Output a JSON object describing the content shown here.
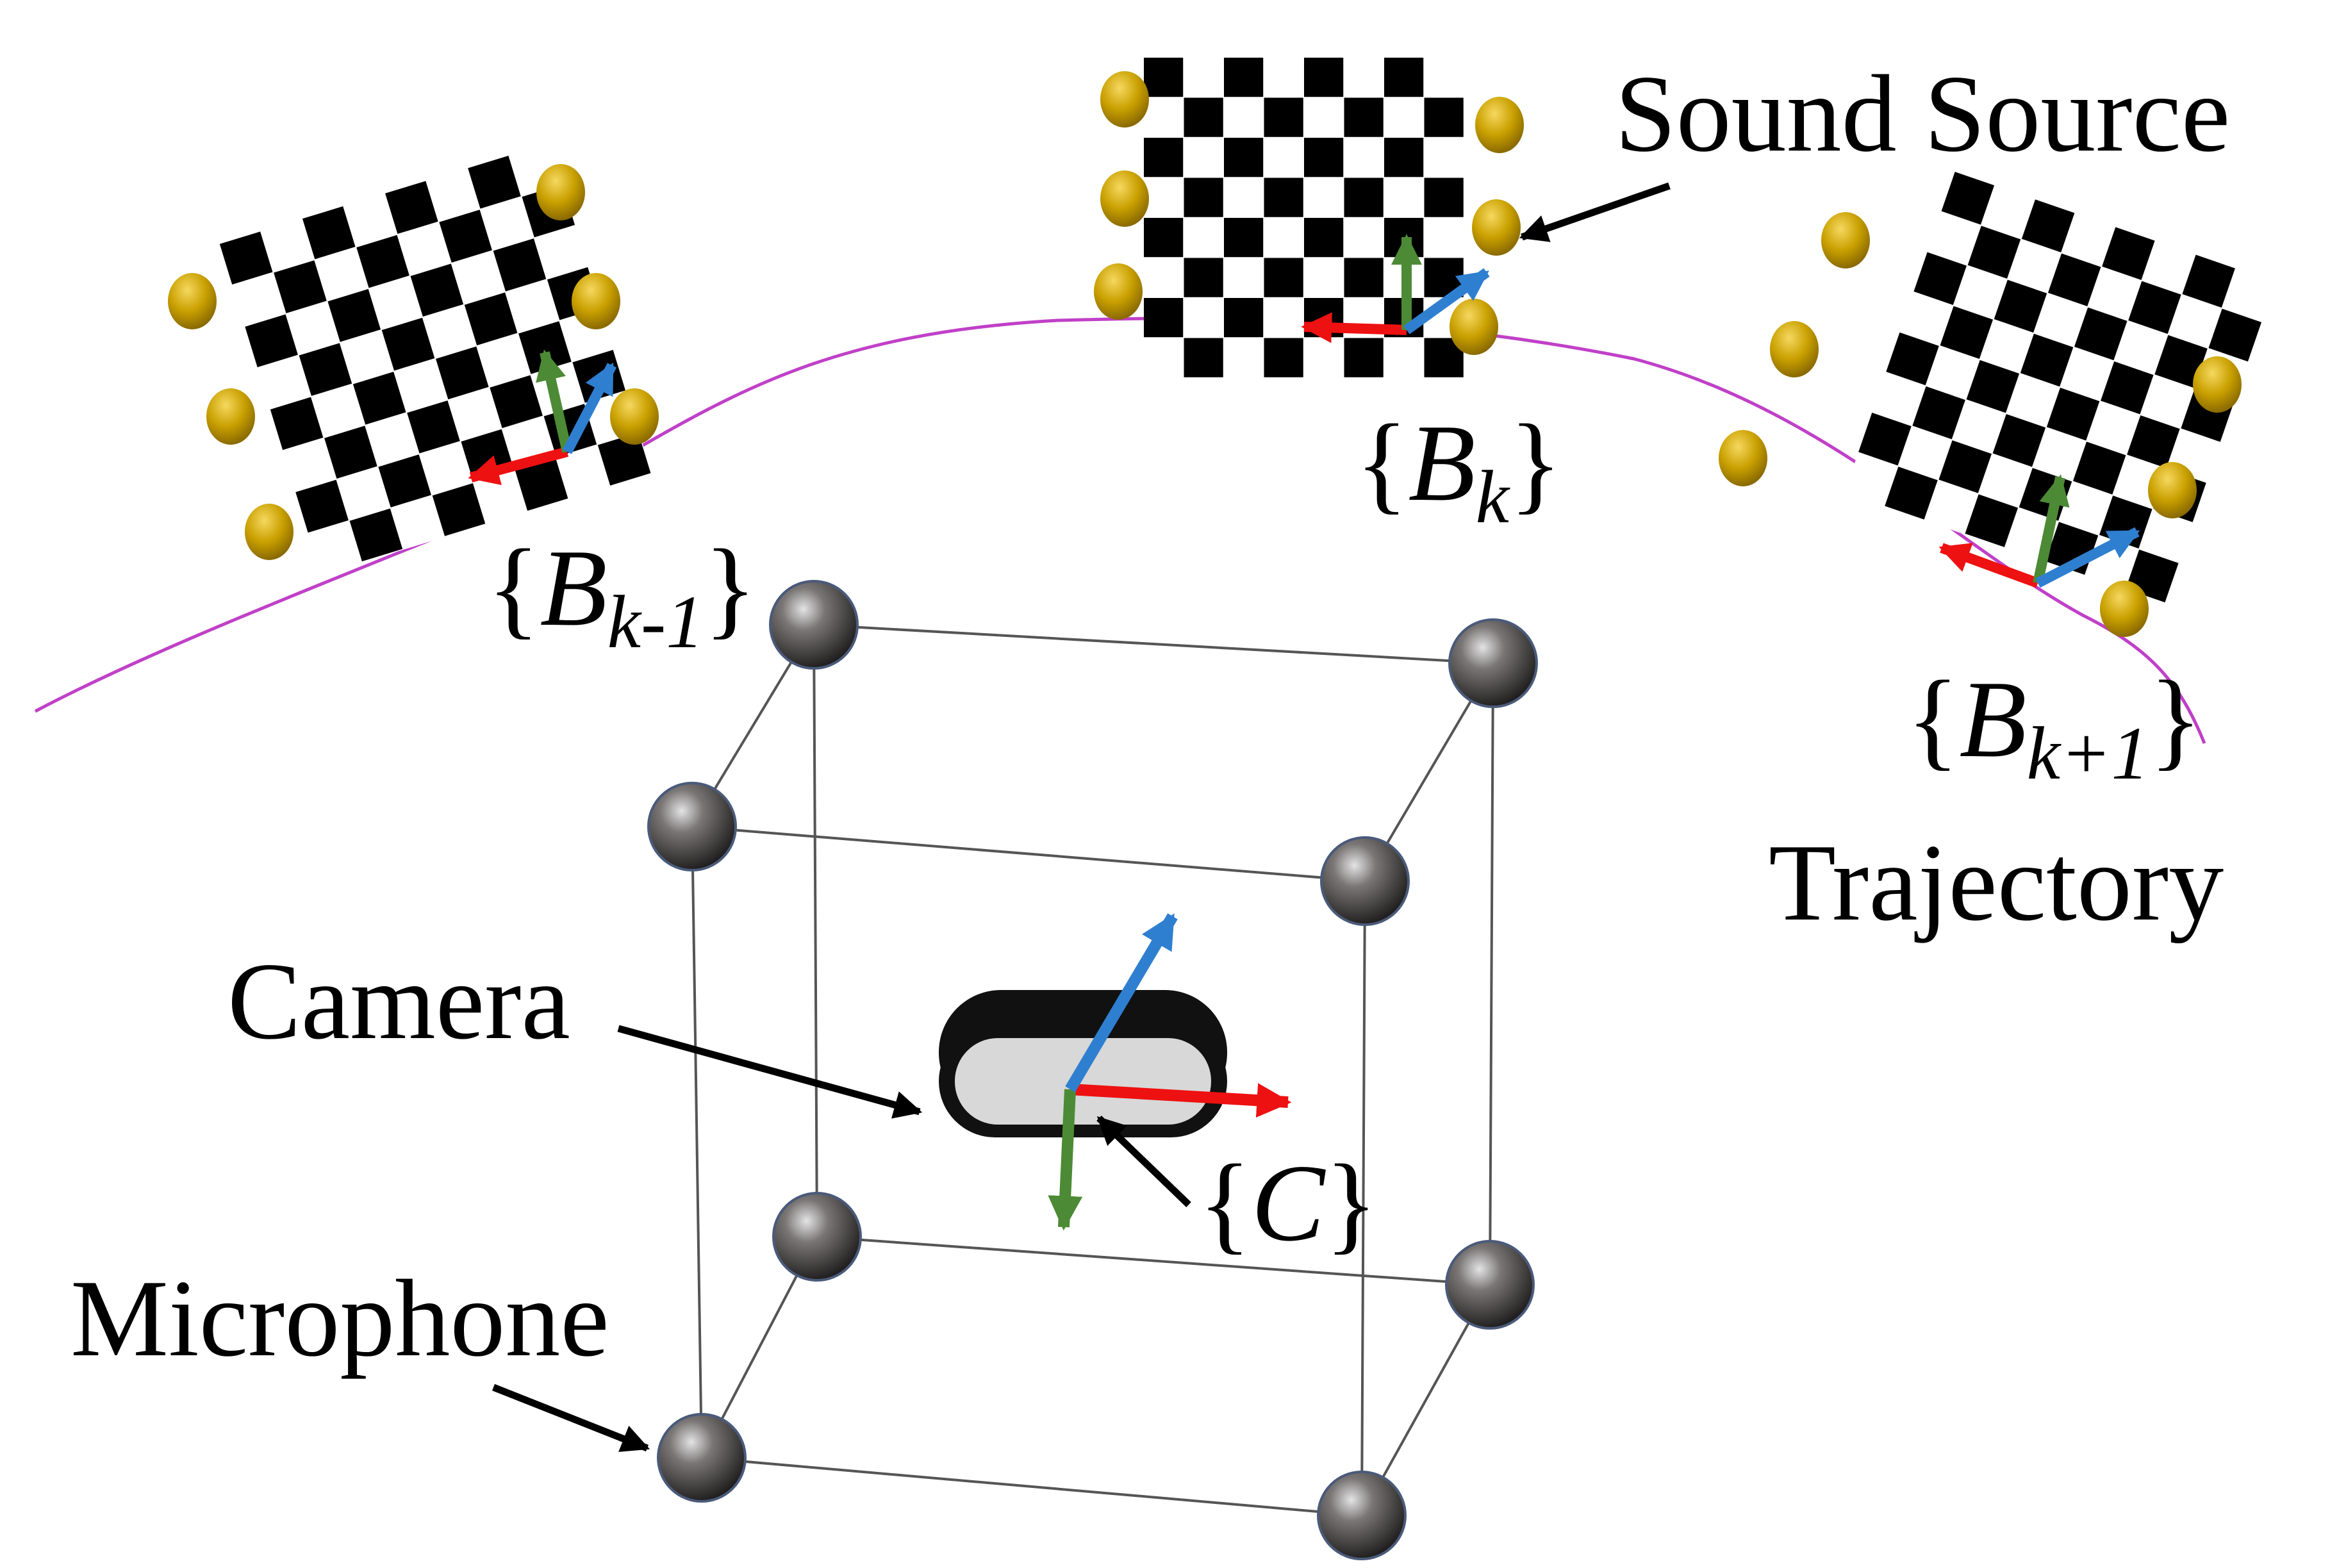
{
  "labels": {
    "sound_source": "Sound Source",
    "trajectory": "Trajectory",
    "camera": "Camera",
    "microphone": "Microphone"
  },
  "frames": {
    "b_prev": {
      "open": "{",
      "symbol": "B",
      "subscript": "k-1",
      "close": "}"
    },
    "b_curr": {
      "open": "{",
      "symbol": "B",
      "subscript": "k",
      "close": "}"
    },
    "b_next": {
      "open": "{",
      "symbol": "B",
      "subscript": "k+1",
      "close": "}"
    },
    "camera": {
      "open": "{",
      "symbol": "C",
      "close": "}"
    }
  },
  "colors": {
    "trajectory": "#c040c8",
    "x_axis": "#ee1111",
    "y_axis": "#4d8a35",
    "z_axis": "#2f7fd0",
    "sound_source_dot": "#c9a000",
    "microphone": "#5a5656",
    "cube_edge": "#555555",
    "camera_body": "#111111",
    "camera_lens": "#d8d8d8"
  }
}
